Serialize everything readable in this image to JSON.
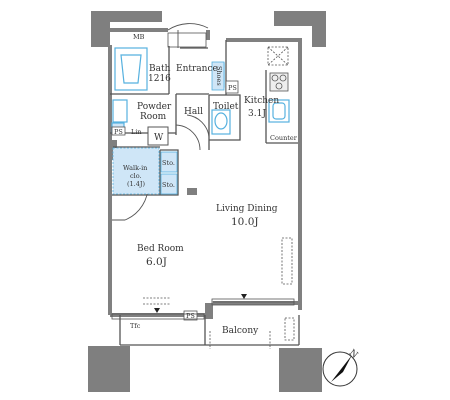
{
  "rooms": {
    "mb": "MB",
    "bath": "Bath",
    "bath_size": "1216",
    "entrance": "Entrance",
    "shoes": "Shoes",
    "ps_entrance": "PS",
    "kitchen": "Kitchen",
    "kitchen_size": "3.1J",
    "powder_room_1": "Powder",
    "powder_room_2": "Room",
    "hall": "Hall",
    "toilet": "Toilet",
    "ps_left": "PS",
    "lin": "Lin",
    "washer": "W",
    "counter": "Counter",
    "sto_1": "Sto.",
    "sto_2": "Sto.",
    "wic_1": "Walk-in",
    "wic_2": "clo.",
    "wic_3": "(1.4J)",
    "living": "Living Dining",
    "living_size": "10.0J",
    "bed": "Bed Room",
    "bed_size": "6.0J",
    "ps_balcony": "PS",
    "balcony": "Balcony",
    "ac_left": "Tfc",
    "north": "N"
  },
  "colors": {
    "wall": "#7f7f7f",
    "fixture": "#56b1df",
    "closet": "#cfe6f7"
  }
}
